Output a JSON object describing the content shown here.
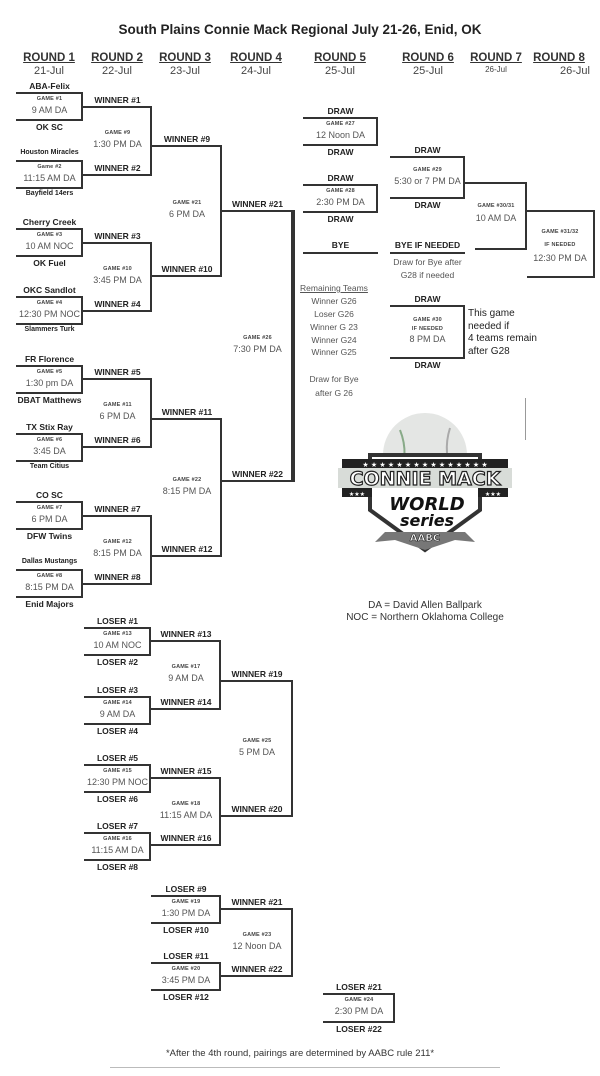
{
  "title": "South Plains Connie Mack Regional July 21-26, Enid, OK",
  "rounds": [
    {
      "name": "ROUND 1",
      "date": "21-Jul"
    },
    {
      "name": "ROUND 2",
      "date": "22-Jul"
    },
    {
      "name": "ROUND 3",
      "date": "23-Jul"
    },
    {
      "name": "ROUND 4",
      "date": "24-Jul"
    },
    {
      "name": "ROUND 5",
      "date": "25-Jul"
    },
    {
      "name": "ROUND 6",
      "date": "25-Jul"
    },
    {
      "name": "ROUND 7",
      "date": "26-Jul"
    },
    {
      "name": "ROUND 8",
      "date": "26-Jul"
    }
  ],
  "winners_bracket": {
    "round1": [
      {
        "top": "ABA-Felix",
        "game": "GAME #1",
        "time": "9 AM DA",
        "bottom": "OK SC"
      },
      {
        "top": "Houston Miracles",
        "game": "Game #2",
        "time": "11:15 AM DA",
        "bottom": "Bayfield 14ers"
      },
      {
        "top": "Cherry Creek",
        "game": "GAME #3",
        "time": "10 AM NOC",
        "bottom": "OK Fuel"
      },
      {
        "top": "OKC Sandlot",
        "game": "GAME #4",
        "time": "12:30 PM NOC",
        "bottom": "Slammers Turk"
      },
      {
        "top": "FR Florence",
        "game": "GAME #5",
        "time": "1:30 pm DA",
        "bottom": "DBAT Matthews"
      },
      {
        "top": "TX Stix Ray",
        "game": "GAME #6",
        "time": "3:45 DA",
        "bottom": "Team Citius"
      },
      {
        "top": "CO SC",
        "game": "GAME #7",
        "time": "6 PM DA",
        "bottom": "DFW Twins"
      },
      {
        "top": "Dallas Mustangs",
        "game": "GAME #8",
        "time": "8:15 PM DA",
        "bottom": "Enid Majors"
      }
    ],
    "round2": [
      {
        "top": "WINNER #1",
        "game": "GAME #9",
        "time": "1:30 PM DA",
        "bottom": "WINNER #2"
      },
      {
        "top": "WINNER #3",
        "game": "GAME #10",
        "time": "3:45 PM DA",
        "bottom": "WINNER #4"
      },
      {
        "top": "WINNER #5",
        "game": "GAME #11",
        "time": "6 PM DA",
        "bottom": "WINNER #6"
      },
      {
        "top": "WINNER #7",
        "game": "GAME #12",
        "time": "8:15 PM DA",
        "bottom": "WINNER #8"
      }
    ],
    "round3": [
      {
        "top": "WINNER #9",
        "game": "GAME #21",
        "time": "6 PM DA",
        "bottom": "WINNER #10"
      },
      {
        "top": "WINNER #11",
        "game": "GAME #22",
        "time": "8:15 PM DA",
        "bottom": "WINNER #12"
      }
    ],
    "round4": {
      "top": "WINNER #21",
      "game": "GAME #26",
      "time": "7:30 PM DA",
      "bottom": "WINNER #22"
    }
  },
  "losers_bracket": {
    "round2": [
      {
        "top": "LOSER #1",
        "game": "GAME #13",
        "time": "10 AM NOC",
        "bottom": "LOSER #2"
      },
      {
        "top": "LOSER #3",
        "game": "GAME #14",
        "time": "9 AM DA",
        "bottom": "LOSER #4"
      },
      {
        "top": "LOSER #5",
        "game": "GAME #15",
        "time": "12:30 PM NOC",
        "bottom": "LOSER #6"
      },
      {
        "top": "LOSER #7",
        "game": "GAME #16",
        "time": "11:15 AM DA",
        "bottom": "LOSER #8"
      }
    ],
    "round3": [
      {
        "top": "WINNER #13",
        "game": "GAME #17",
        "time": "9 AM DA",
        "bottom": "WINNER #14"
      },
      {
        "top": "WINNER #15",
        "game": "GAME #18",
        "time": "11:15 AM DA",
        "bottom": "WINNER #16"
      }
    ],
    "round4": {
      "top": "WINNER #19",
      "game": "GAME #25",
      "time": "5 PM DA",
      "bottom": "WINNER #20"
    },
    "round3b": [
      {
        "top": "LOSER #9",
        "game": "GAME #19",
        "time": "1:30 PM DA",
        "bottom": "LOSER #10"
      },
      {
        "top": "LOSER #11",
        "game": "GAME #20",
        "time": "3:45 PM DA",
        "bottom": "LOSER #12"
      }
    ],
    "round4b": {
      "top": "WINNER #21",
      "game": "GAME #23",
      "time": "12 Noon DA",
      "bottom": "WINNER #22"
    },
    "consolation": {
      "top": "LOSER #21",
      "game": "GAME #24",
      "time": "2:30 PM DA",
      "bottom": "LOSER #22"
    }
  },
  "finals": {
    "g27": {
      "top": "DRAW",
      "game": "GAME #27",
      "time": "12 Noon DA",
      "bottom": "DRAW"
    },
    "g28": {
      "top": "DRAW",
      "game": "GAME #28",
      "time": "2:30 PM DA",
      "bottom": "DRAW"
    },
    "bye": "BYE",
    "g29": {
      "top": "DRAW",
      "game": "GAME #29",
      "time": "5:30 or 7 PM DA",
      "bottom": "DRAW"
    },
    "bye_if_needed": "BYE IF NEEDED",
    "bye_note_1": "Draw for Bye after",
    "bye_note_2": "G28 if needed",
    "g30": {
      "top": "DRAW",
      "game": "GAME #30",
      "sub": "IF NEEDED",
      "time": "8 PM DA",
      "bottom": "DRAW"
    },
    "g30_note": [
      "This game",
      "needed if",
      "4 teams remain",
      "after G28"
    ],
    "g3031": {
      "game": "GAME #30/31",
      "time": "10 AM DA"
    },
    "g3132": {
      "game": "GAME #31/32",
      "sub": "IF NEEDED",
      "time": "12:30 PM DA"
    }
  },
  "remaining": {
    "heading": "Remaining Teams",
    "teams": [
      "Winner G26",
      "Loser G26",
      "Winner G 23",
      "Winner G24",
      "Winner G25"
    ],
    "draw_note_1": "Draw for Bye",
    "draw_note_2": "after G 26"
  },
  "logo": {
    "line1": "CONNIE MACK",
    "line2": "WORLD",
    "line3": "series",
    "badge": "AABC"
  },
  "legend": [
    "DA = David Allen Ballpark",
    "NOC = Northern Oklahoma College"
  ],
  "footer": "*After the 4th round, pairings are determined by AABC rule 211*"
}
